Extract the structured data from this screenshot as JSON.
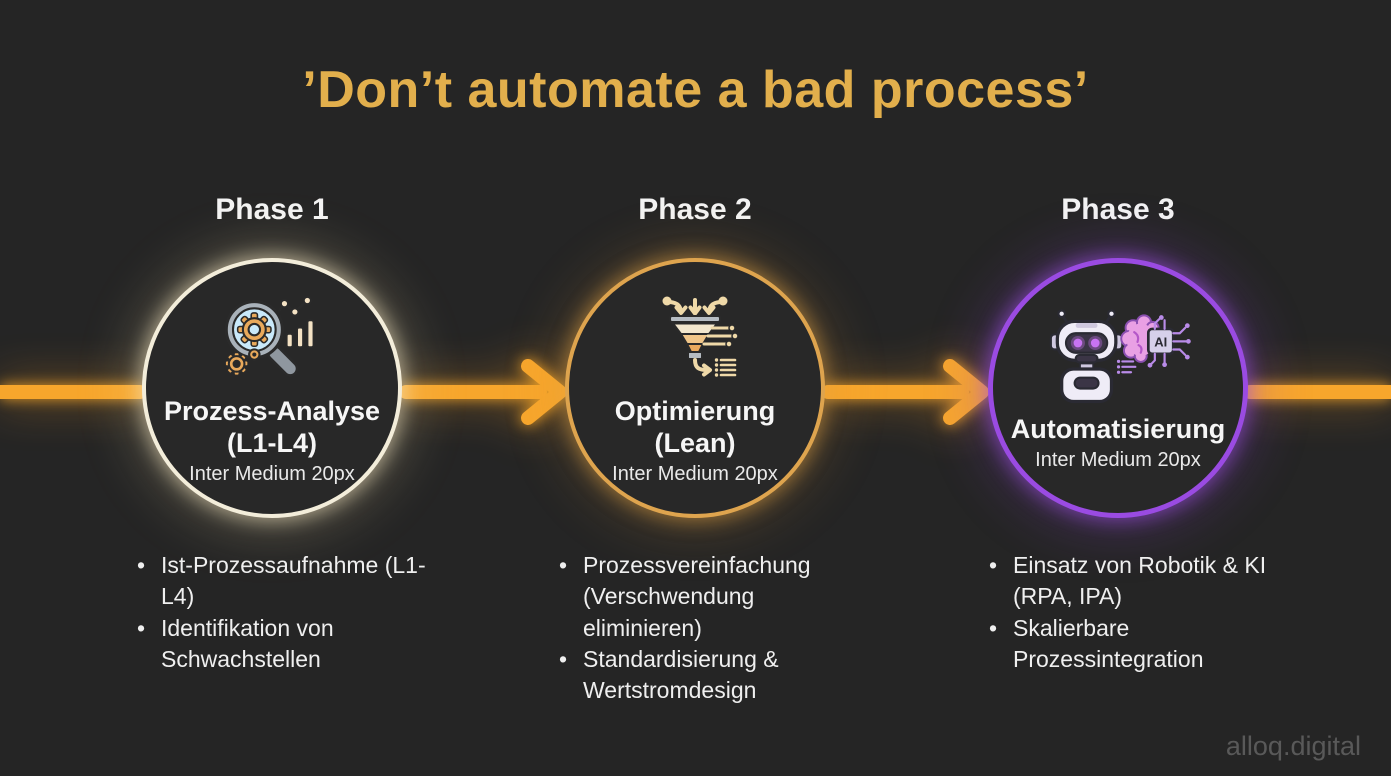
{
  "title": "’Don’t automate a bad process’",
  "title_color": "#E2AF4C",
  "background_color": "#252525",
  "arrow_color": "#F7A62C",
  "watermark": "alloq.digital",
  "phases": [
    {
      "label": "Phase 1",
      "name": "Prozess-Analyse",
      "name2": "(L1-L4)",
      "subtitle": "Inter Medium 20px",
      "accent": "#F3EDDA",
      "icon": "magnifier-gear-analysis",
      "bullets": [
        "Ist-Prozessaufnahme (L1-L4)",
        "Identifikation von Schwachstellen"
      ]
    },
    {
      "label": "Phase 2",
      "name": "Optimierung",
      "name2": "(Lean)",
      "subtitle": "Inter Medium 20px",
      "accent": "#DEA44E",
      "icon": "lean-funnel",
      "bullets": [
        "Prozessvereinfachung (Verschwendung eliminieren)",
        "Standardisierung & Wertstromdesign"
      ]
    },
    {
      "label": "Phase 3",
      "name": "Automatisierung",
      "name2": "",
      "subtitle": "Inter Medium 20px",
      "accent": "#9A4BE2",
      "icon": "robot-ai-brain",
      "ai_chip_label": "AI",
      "bullets": [
        "Einsatz von Robotik & KI (RPA, IPA)",
        "Skalierbare Prozessintegration"
      ]
    }
  ]
}
